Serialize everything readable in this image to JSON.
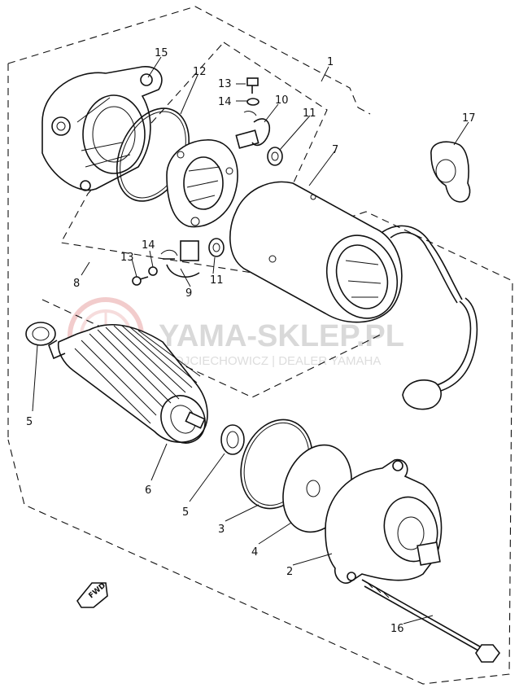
{
  "watermark": {
    "title": "YAMA-SKLEP.PL",
    "subtitle": "WOJCIECHOWICZ | DEALER YAMAHA",
    "color": "#d9d9d9",
    "logo_color": "#e8a3a3"
  },
  "fwd_label": "FWD",
  "callouts": {
    "c1": "1",
    "c2": "2",
    "c3": "3",
    "c4": "4",
    "c5a": "5",
    "c5b": "5",
    "c6": "6",
    "c7": "7",
    "c8": "8",
    "c9": "9",
    "c10": "10",
    "c11a": "11",
    "c11b": "11",
    "c12": "12",
    "c13a": "13",
    "c13b": "13",
    "c14a": "14",
    "c14b": "14",
    "c15": "15",
    "c16": "16",
    "c17": "17"
  }
}
